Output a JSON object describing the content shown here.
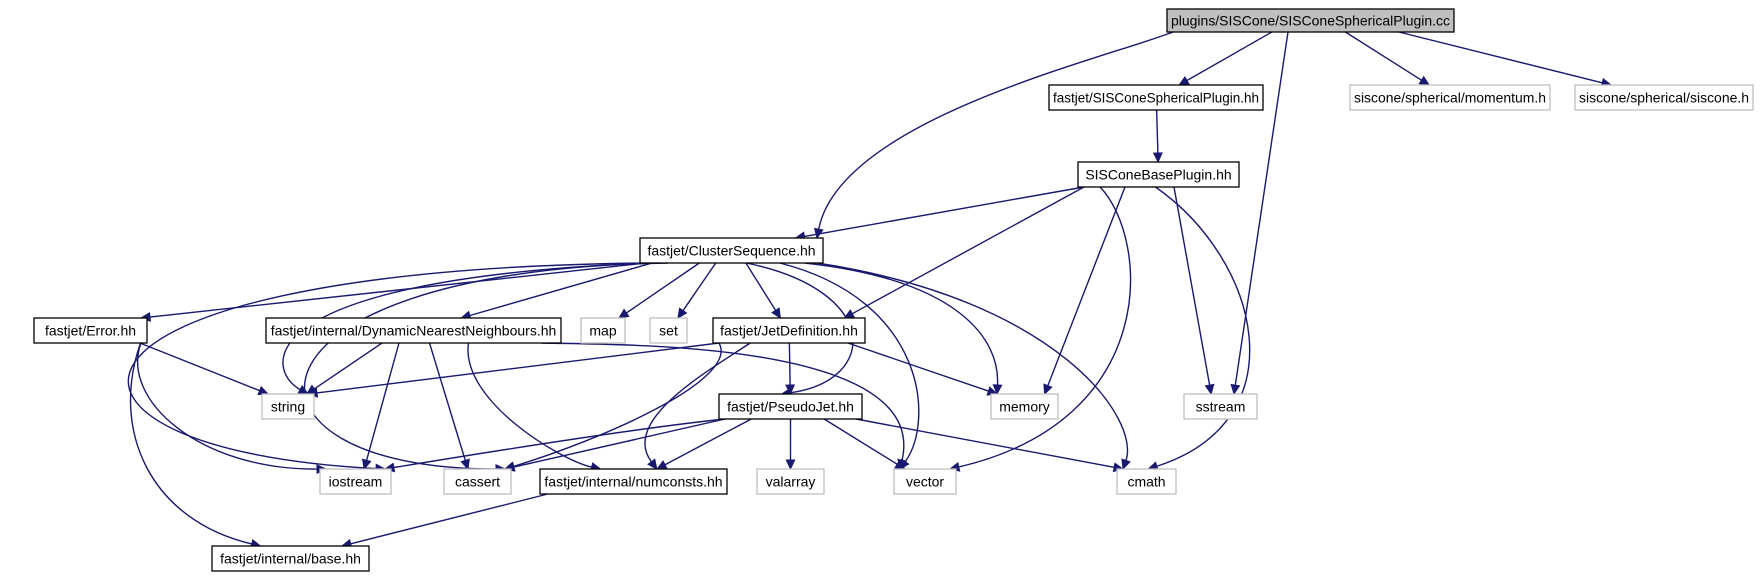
{
  "colors": {
    "edge": "#191970",
    "root_fill": "#bfbfbf",
    "documented_border": "#000000",
    "external_border": "#bfbfbf",
    "background": "#ffffff"
  },
  "nodes": [
    {
      "id": "root",
      "label": "plugins/SISCone/SISConeSphericalPlugin.cc",
      "kind": "root"
    },
    {
      "id": "sph_plugin",
      "label": "fastjet/SISConeSphericalPlugin.hh",
      "kind": "documented"
    },
    {
      "id": "momentum",
      "label": "siscone/spherical/momentum.h",
      "kind": "external"
    },
    {
      "id": "siscone_h",
      "label": "siscone/spherical/siscone.h",
      "kind": "external"
    },
    {
      "id": "base_plugin",
      "label": "SISConeBasePlugin.hh",
      "kind": "documented"
    },
    {
      "id": "clusterseq",
      "label": "fastjet/ClusterSequence.hh",
      "kind": "documented"
    },
    {
      "id": "error",
      "label": "fastjet/Error.hh",
      "kind": "documented"
    },
    {
      "id": "dnn",
      "label": "fastjet/internal/DynamicNearestNeighbours.hh",
      "kind": "documented"
    },
    {
      "id": "map",
      "label": "map",
      "kind": "external"
    },
    {
      "id": "set",
      "label": "set",
      "kind": "external"
    },
    {
      "id": "jetdef",
      "label": "fastjet/JetDefinition.hh",
      "kind": "documented"
    },
    {
      "id": "string",
      "label": "string",
      "kind": "external"
    },
    {
      "id": "memory",
      "label": "memory",
      "kind": "external"
    },
    {
      "id": "sstream",
      "label": "sstream",
      "kind": "external"
    },
    {
      "id": "pseudojet",
      "label": "fastjet/PseudoJet.hh",
      "kind": "documented"
    },
    {
      "id": "iostream",
      "label": "iostream",
      "kind": "external"
    },
    {
      "id": "cassert",
      "label": "cassert",
      "kind": "external"
    },
    {
      "id": "numconsts",
      "label": "fastjet/internal/numconsts.hh",
      "kind": "documented"
    },
    {
      "id": "valarray",
      "label": "valarray",
      "kind": "external"
    },
    {
      "id": "vector",
      "label": "vector",
      "kind": "external"
    },
    {
      "id": "cmath",
      "label": "cmath",
      "kind": "external"
    },
    {
      "id": "base_hh",
      "label": "fastjet/internal/base.hh",
      "kind": "documented"
    }
  ],
  "edges": [
    [
      "root",
      "sph_plugin"
    ],
    [
      "root",
      "momentum"
    ],
    [
      "root",
      "siscone_h"
    ],
    [
      "root",
      "clusterseq"
    ],
    [
      "root",
      "sstream"
    ],
    [
      "sph_plugin",
      "base_plugin"
    ],
    [
      "base_plugin",
      "clusterseq"
    ],
    [
      "base_plugin",
      "jetdef"
    ],
    [
      "base_plugin",
      "memory"
    ],
    [
      "base_plugin",
      "vector"
    ],
    [
      "base_plugin",
      "sstream"
    ],
    [
      "base_plugin",
      "cmath"
    ],
    [
      "clusterseq",
      "error"
    ],
    [
      "clusterseq",
      "dnn"
    ],
    [
      "clusterseq",
      "map"
    ],
    [
      "clusterseq",
      "set"
    ],
    [
      "clusterseq",
      "jetdef"
    ],
    [
      "clusterseq",
      "pseudojet"
    ],
    [
      "clusterseq",
      "string"
    ],
    [
      "clusterseq",
      "iostream"
    ],
    [
      "clusterseq",
      "cassert"
    ],
    [
      "clusterseq",
      "vector"
    ],
    [
      "clusterseq",
      "memory"
    ],
    [
      "clusterseq",
      "cmath"
    ],
    [
      "error",
      "string"
    ],
    [
      "error",
      "iostream"
    ],
    [
      "error",
      "base_hh"
    ],
    [
      "dnn",
      "string"
    ],
    [
      "dnn",
      "iostream"
    ],
    [
      "dnn",
      "cassert"
    ],
    [
      "dnn",
      "numconsts"
    ],
    [
      "dnn",
      "vector"
    ],
    [
      "jetdef",
      "string"
    ],
    [
      "jetdef",
      "memory"
    ],
    [
      "jetdef",
      "pseudojet"
    ],
    [
      "jetdef",
      "cassert"
    ],
    [
      "jetdef",
      "numconsts"
    ],
    [
      "pseudojet",
      "iostream"
    ],
    [
      "pseudojet",
      "cassert"
    ],
    [
      "pseudojet",
      "numconsts"
    ],
    [
      "pseudojet",
      "valarray"
    ],
    [
      "pseudojet",
      "vector"
    ],
    [
      "pseudojet",
      "cmath"
    ],
    [
      "numconsts",
      "base_hh"
    ]
  ]
}
